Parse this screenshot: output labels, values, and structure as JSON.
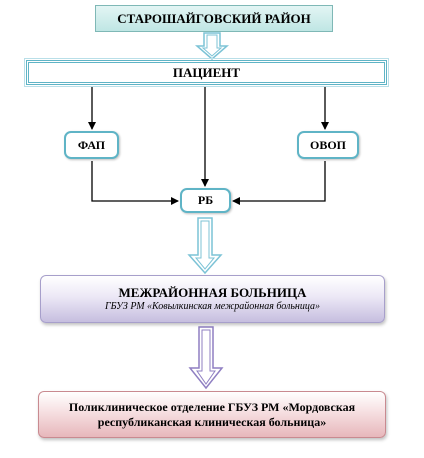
{
  "diagram": {
    "top": {
      "label": "СТАРОШАЙГОВСКИЙ РАЙОН"
    },
    "patient": {
      "label": "ПАЦИЕНТ"
    },
    "fap": {
      "label": "ФАП"
    },
    "ovop": {
      "label": "ОВОП"
    },
    "rb": {
      "label": "РБ"
    },
    "interdistrict": {
      "title": "МЕЖРАЙОННАЯ БОЛЬНИЦА",
      "subtitle": "ГБУЗ РМ «Ковылкинская межрайонная больница»"
    },
    "polyclinic": {
      "label": "Поликлиническое отделение ГБУЗ РМ «Мордовская республиканская клиническая больница»"
    }
  },
  "colors": {
    "hollow_arrow_blue": "#7cc3d6",
    "hollow_arrow_purple": "#8f7fc2",
    "line": "#000000"
  }
}
